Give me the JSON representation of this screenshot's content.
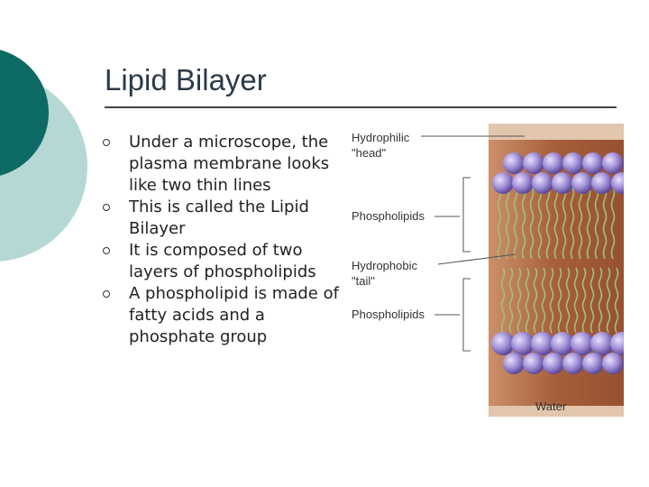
{
  "slide": {
    "title": "Lipid Bilayer",
    "bullets": [
      "Under a microscope, the plasma membrane looks like two thin lines",
      "This is called the Lipid Bilayer",
      "It is composed of two layers of phospholipids",
      "A phospholipid is made of fatty acids and a phosphate group"
    ]
  },
  "figure": {
    "labels": {
      "hydrophilic_line1": "Hydrophilic",
      "hydrophilic_line2": "\"head\"",
      "phospholipids_top": "Phospholipids",
      "hydrophobic_line1": "Hydrophobic",
      "hydrophobic_line2": "\"tail\"",
      "phospholipids_bottom": "Phospholipids",
      "water": "Water"
    },
    "colors": {
      "membrane": "#a85a3a",
      "head": "#a392d8",
      "tail": "#9bc47a",
      "water": "#d8b89c"
    }
  },
  "colors": {
    "deco_dark": "#0e6a64",
    "deco_light": "#b5d8d4"
  }
}
